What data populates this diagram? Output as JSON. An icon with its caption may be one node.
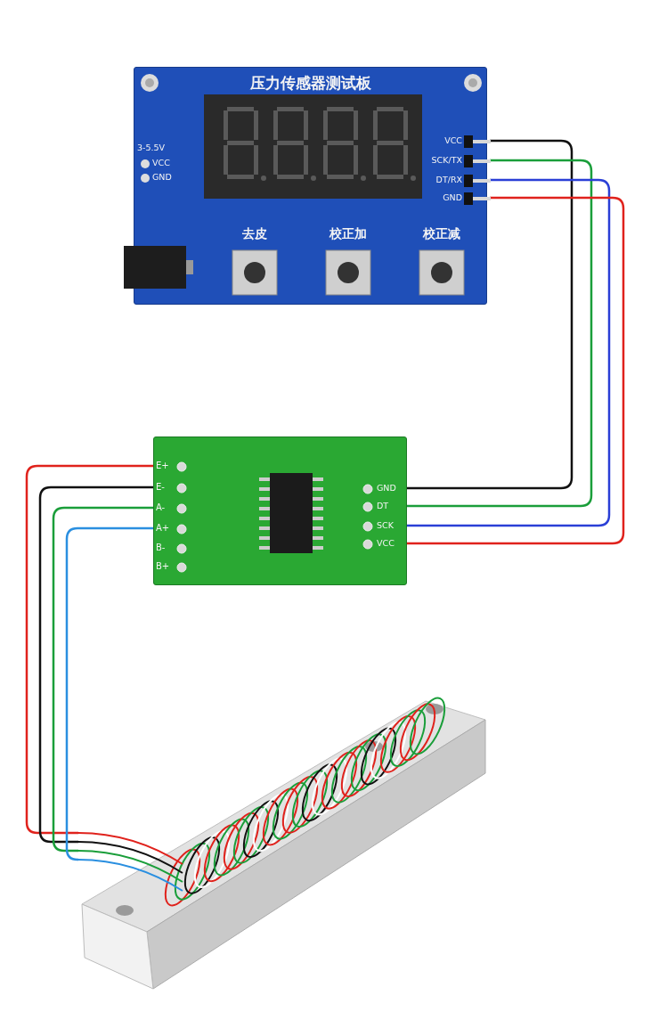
{
  "diagram": {
    "nodes": [
      {
        "text": [
          "压力传感器测试板"
        ]
      },
      {
        "text": [
          "VCC"
        ],
        "in": 0
      },
      {
        "text": [
          "SCK/TX"
        ],
        "in": 0
      },
      {
        "text": [
          "DT/RX"
        ],
        "in": 0
      },
      {
        "text": [
          "GND"
        ],
        "in": 0
      },
      {
        "text": [
          "去皮"
        ],
        "in": 0
      },
      {
        "text": [
          "校正加"
        ],
        "in": 0
      },
      {
        "text": [
          "校正减"
        ],
        "in": 0
      },
      {
        "text": [],
        "shape": "box"
      },
      {
        "text": [
          "E+"
        ],
        "in": 8
      },
      {
        "text": [
          "E-"
        ],
        "in": 8
      },
      {
        "text": [
          "A-"
        ],
        "in": 8
      },
      {
        "text": [
          "A+"
        ],
        "in": 8
      },
      {
        "text": [
          "B-"
        ],
        "in": 8
      },
      {
        "text": [
          "B+"
        ],
        "in": 8
      },
      {
        "text": [
          "GND"
        ],
        "in": 8
      },
      {
        "text": [
          "DT"
        ],
        "in": 8
      },
      {
        "text": [
          "SCK"
        ],
        "in": 8
      },
      {
        "text": [
          "VCC"
        ],
        "in": 8
      },
      {
        "text": [],
        "shape": "picture"
      }
    ],
    "edges": [
      {
        "from": 1,
        "to": 15,
        "arrow": "none",
        "color": "#111111"
      },
      {
        "from": 2,
        "to": 16,
        "arrow": "none",
        "color": "#1a9e3a"
      },
      {
        "from": 3,
        "to": 17,
        "arrow": "none",
        "color": "#2a3fd6"
      },
      {
        "from": 4,
        "to": 18,
        "arrow": "none",
        "color": "#e0221c"
      },
      {
        "from": 19,
        "to": 9,
        "arrow": "none",
        "color": "#e0221c"
      },
      {
        "from": 19,
        "to": 10,
        "arrow": "none",
        "color": "#111111"
      },
      {
        "from": 19,
        "to": 11,
        "arrow": "none",
        "color": "#1a9e3a"
      },
      {
        "from": 19,
        "to": 12,
        "arrow": "none",
        "color": "#2a8fe0"
      }
    ],
    "labels": [
      "3-5.5V",
      "VCC",
      "GND"
    ]
  }
}
